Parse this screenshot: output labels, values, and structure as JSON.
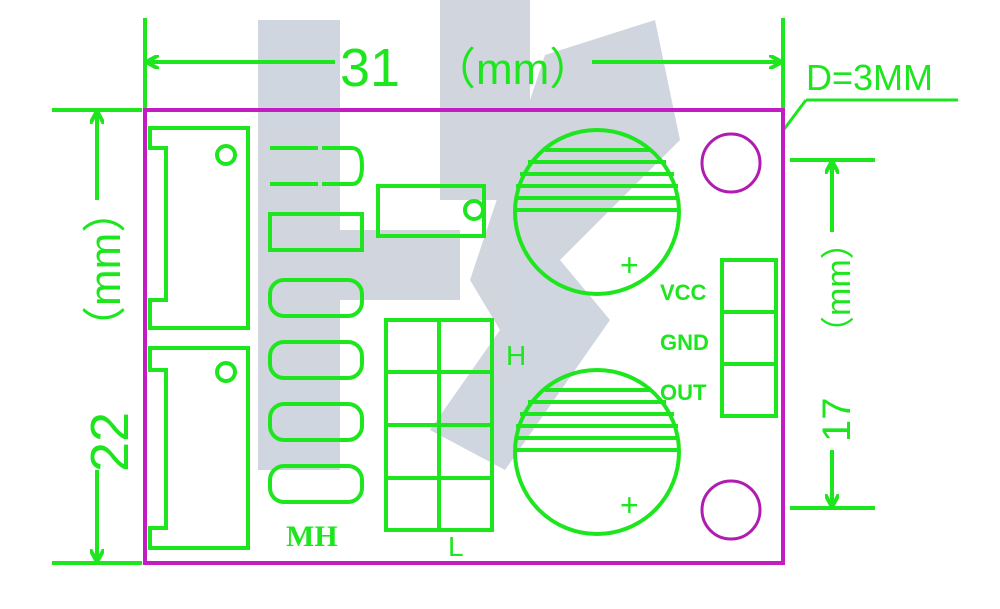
{
  "colors": {
    "silkscreen": "#1ee61e",
    "board_outline": "#c21cc2",
    "mounting_hole": "#b01cb0",
    "watermark": "#aab4c4"
  },
  "dimensions": {
    "width_value": "31",
    "width_unit": "（mm）",
    "height_value": "22",
    "height_unit": "（mm）",
    "pin_span_value": "17",
    "pin_span_unit": "（mm）",
    "hole_diameter": "D=3MM"
  },
  "labels": {
    "pin_vcc": "VCC",
    "pin_gnd": "GND",
    "pin_out": "OUT",
    "jumper_high": "H",
    "jumper_low": "L",
    "jumper_row": "MH",
    "cap_top_polarity": "+",
    "cap_bottom_polarity": "+"
  }
}
